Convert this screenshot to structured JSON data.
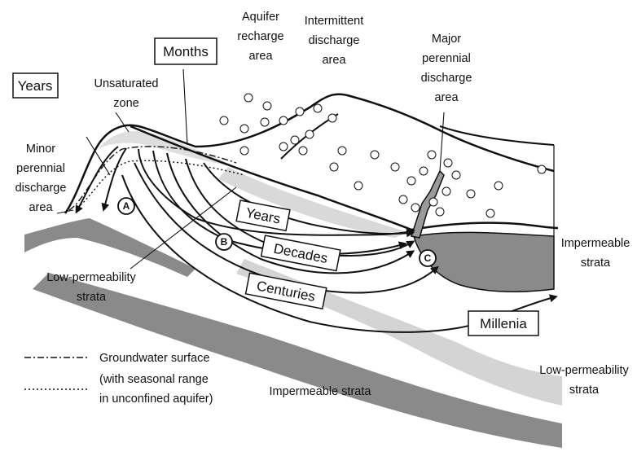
{
  "labels": {
    "aquifer_recharge": [
      "Aquifer",
      "recharge",
      "area"
    ],
    "intermittent_discharge": [
      "Intermittent",
      "discharge",
      "area"
    ],
    "major_perennial": [
      "Major",
      "perennial",
      "discharge",
      "area"
    ],
    "unsaturated_zone": [
      "Unsaturated",
      "zone"
    ],
    "minor_perennial": [
      "Minor",
      "perennial",
      "discharge",
      "area"
    ],
    "low_perm_left": [
      "Low-permeability",
      "strata"
    ],
    "impermeable_right": [
      "Impermeable",
      "strata"
    ],
    "impermeable_bottom": "Impermeable strata",
    "low_perm_right": [
      "Low-permeability",
      "strata"
    ]
  },
  "boxes": {
    "months": "Months",
    "years_top": "Years",
    "years_flow": "Years",
    "decades": "Decades",
    "centuries": "Centuries",
    "millenia": "Millenia"
  },
  "markers": {
    "a": "A",
    "b": "B",
    "c": "C"
  },
  "legend": {
    "groundwater_surface": "Groundwater surface",
    "seasonal_range": [
      "(with seasonal range",
      "in unconfined aquifer)"
    ]
  }
}
